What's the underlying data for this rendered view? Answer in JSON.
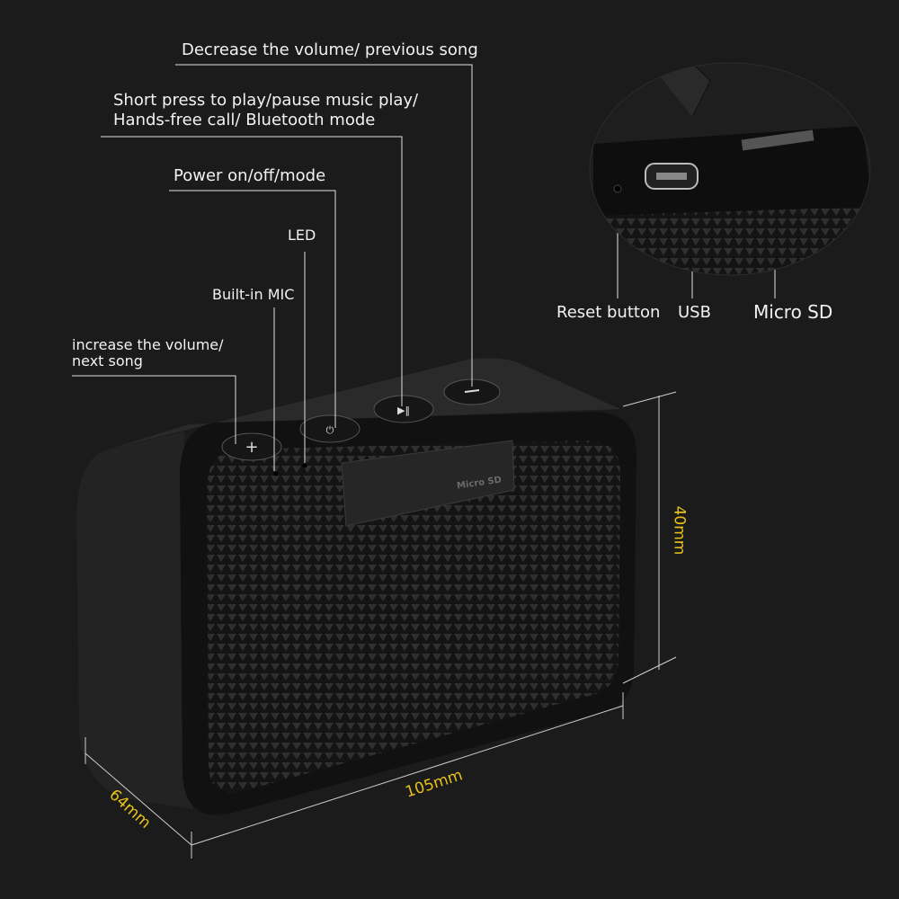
{
  "callouts": {
    "decrease": "Decrease the volume/ previous song",
    "play_line1": "Short press to play/pause music play/",
    "play_line2": "Hands-free call/ Bluetooth mode",
    "power": "Power on/off/mode",
    "led": "LED",
    "mic": "Built-in MIC",
    "increase_line1": "increase the volume/",
    "increase_line2": "next song"
  },
  "inset": {
    "reset": "Reset button",
    "usb": "USB",
    "micro_sd": "Micro SD"
  },
  "device": {
    "cover_label": "Micro SD"
  },
  "dimensions": {
    "height": "40mm",
    "width": "105mm",
    "depth": "64mm"
  },
  "colors": {
    "background": "#1b1b1b",
    "dimension_text": "#e8c21a",
    "label_text": "#f2f2f2"
  }
}
